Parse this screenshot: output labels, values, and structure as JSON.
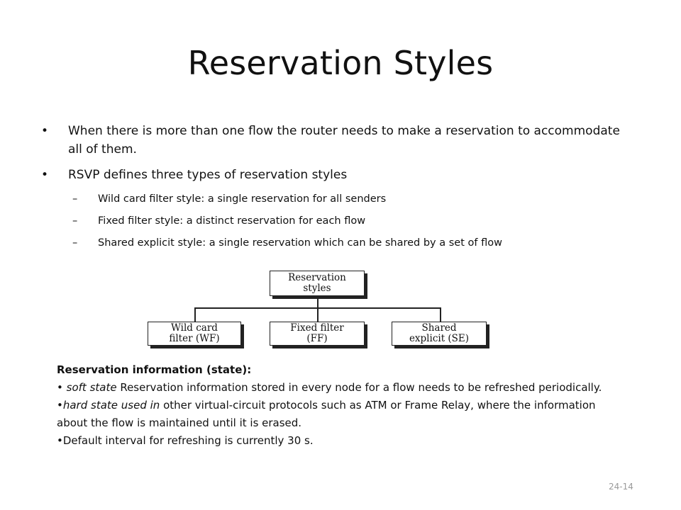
{
  "slide": {
    "title": "Reservation Styles",
    "bullet_glyph": "•",
    "dash_glyph": "–",
    "bullets": [
      {
        "text": "When there is more than one flow the router needs to make a reservation to accommodate all of them."
      },
      {
        "text": "RSVP defines three types of reservation styles"
      }
    ],
    "sub_bullets": [
      {
        "text": "Wild card filter style: a single reservation for all senders"
      },
      {
        "text": "Fixed filter style: a distinct reservation for each flow"
      },
      {
        "text": "Shared explicit style: a single reservation which can be shared by a set of flow"
      }
    ],
    "page_number": "24-14"
  },
  "diagram": {
    "root": {
      "line1": "Reservation",
      "line2": "styles"
    },
    "children": [
      {
        "line1": "Wild card",
        "line2": "filter (WF)"
      },
      {
        "line1": "Fixed filter",
        "line2": "(FF)"
      },
      {
        "line1": "Shared",
        "line2": "explicit (SE)"
      }
    ]
  },
  "info": {
    "heading": "Reservation information (state):",
    "items": [
      {
        "bullet": "•",
        "em": "soft state",
        "rest": " Reservation information stored in every node for a flow needs to be refreshed periodically."
      },
      {
        "bullet": "•",
        "em": "hard state used in",
        "rest": " other virtual-circuit protocols such as ATM or Frame Relay, where the information about the flow is maintained until it is erased."
      },
      {
        "bullet": "•",
        "em": "",
        "rest": "Default interval for refreshing is currently 30 s."
      }
    ]
  }
}
